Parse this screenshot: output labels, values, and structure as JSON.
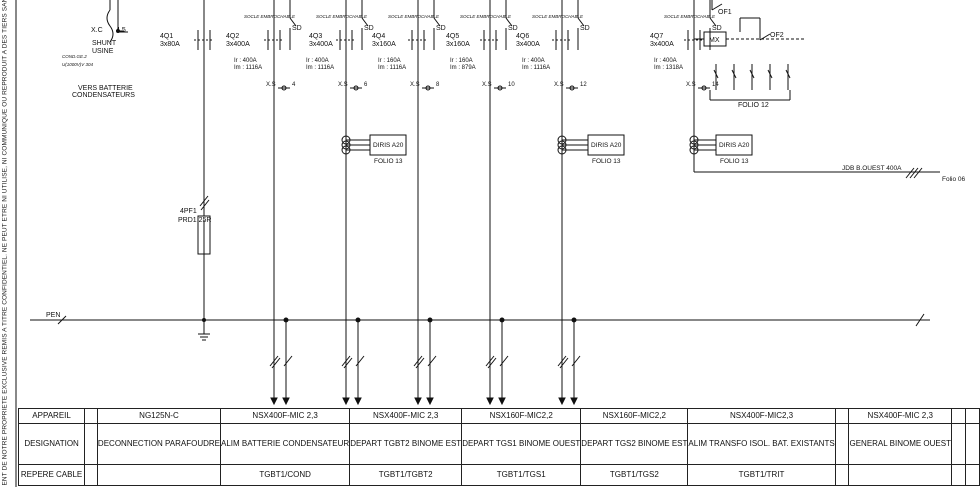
{
  "side_text": "ENT DE NOTRE PROPRIETE EXCLUSIVE REMIS A TITRE CONFIDENTIEL. NE PEUT ETRE NI UTILISE, NI COMMUNIQUE OU REPRODUIT A DES TIERS SANS NOT",
  "top_left": {
    "xc": "X.C",
    "xc_nums": "4   5",
    "shunt": "SHUNT",
    "usine": "USINE",
    "cond_line1": "COND.GE.2",
    "cond_line2": "U(1000V)V 304",
    "vers_line1": "VERS BATTERIE",
    "vers_line2": "CONDENSATEURS"
  },
  "breakers": [
    {
      "id": "4Q1",
      "rating": "3x80A",
      "socle": "",
      "trip1": "",
      "trip2": "",
      "xs": "",
      "xs_num": ""
    },
    {
      "id": "4Q2",
      "rating": "3x400A",
      "socle": "SOCLE EMBROCHABLE",
      "trip1": "Ir : 400A",
      "trip2": "Im : 1116A",
      "xs": "X.S",
      "xs_num": "4"
    },
    {
      "id": "4Q3",
      "rating": "3x400A",
      "socle": "SOCLE EMBROCHABLE",
      "trip1": "Ir : 400A",
      "trip2": "Im : 1116A",
      "xs": "X.S",
      "xs_num": "6"
    },
    {
      "id": "4Q4",
      "rating": "3x160A",
      "socle": "SOCLE EMBROCHABLE",
      "trip1": "Ir : 160A",
      "trip2": "Im : 1116A",
      "xs": "X.S",
      "xs_num": "8"
    },
    {
      "id": "4Q5",
      "rating": "3x160A",
      "socle": "SOCLE EMBROCHABLE",
      "trip1": "Ir : 160A",
      "trip2": "Im : 879A",
      "xs": "X.S",
      "xs_num": "10"
    },
    {
      "id": "4Q6",
      "rating": "3x400A",
      "socle": "SOCLE EMBROCHABLE",
      "trip1": "Ir : 400A",
      "trip2": "Im : 1116A",
      "xs": "X.S",
      "xs_num": "12"
    },
    {
      "id": "4Q7",
      "rating": "3x400A",
      "socle": "SOCLE EMBROCHABLE",
      "trip1": "Ir : 400A",
      "trip2": "Im : 1318A",
      "xs": "X.S",
      "xs_num": "14"
    }
  ],
  "sd_label": "SD",
  "of1": "OF1",
  "of2": "OF2",
  "mx": "MX",
  "folio12": "FOLIO 12",
  "diris": [
    {
      "label": "DIRIS A20",
      "folio": "FOLIO 13"
    },
    {
      "label": "DIRIS A20",
      "folio": "FOLIO 13"
    },
    {
      "label": "DIRIS A20",
      "folio": "FOLIO 13"
    }
  ],
  "jdb": "JDB B.OUEST 400A",
  "folio06": "Folio 06",
  "pf": {
    "id": "4PF1",
    "ref": "PRD1 25R"
  },
  "pen": "PEN",
  "table": {
    "row_labels": [
      "APPAREIL",
      "DESIGNATION",
      "REPERE CABLE"
    ],
    "appareil": [
      "",
      "NG125N-C",
      "NSX400F-MIC 2,3",
      "NSX400F-MIC 2,3",
      "NSX160F-MIC2,2",
      "NSX160F-MIC2,2",
      "NSX400F-MIC2,3",
      "",
      "NSX400F-MIC 2,3",
      "",
      "",
      ""
    ],
    "designation": [
      "",
      "DECONNECTION\nPARAFOUDRE",
      "ALIM\nBATTERIE\nCONDENSATEUR",
      "DEPART\nTGBT2\nBINOME EST",
      "DEPART\nTGS1\nBINOME OUEST",
      "DEPART\nTGS2\nBINOME EST",
      "ALIM\nTRANSFO ISOL.\nBAT. EXISTANTS",
      "",
      "GENERAL\nBINOME OUEST",
      "",
      "",
      ""
    ],
    "repere": [
      "",
      "",
      "TGBT1/COND",
      "TGBT1/TGBT2",
      "TGBT1/TGS1",
      "TGBT1/TGS2",
      "TGBT1/TRIT",
      "",
      "",
      "",
      "",
      ""
    ]
  }
}
